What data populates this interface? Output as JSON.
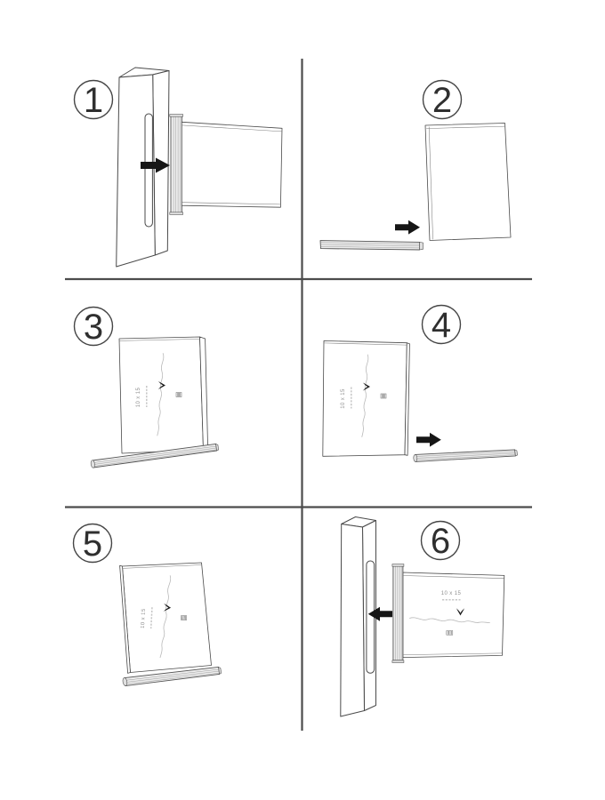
{
  "colors": {
    "ink": "#4a4a4a",
    "divider": "#4c4c4c",
    "arrow": "#161616",
    "light_text": "#8f8f8f",
    "faint_line": "#b9b9b9",
    "rail_fill": "#ededed",
    "background": "#ffffff"
  },
  "steps": [
    {
      "number": "1"
    },
    {
      "number": "2"
    },
    {
      "number": "3"
    },
    {
      "number": "4"
    },
    {
      "number": "5"
    },
    {
      "number": "6"
    }
  ],
  "frame_label": {
    "size": "10 x 15"
  },
  "icons": {
    "arrow_right": "▶",
    "arrow_left": "◀",
    "bird": "v-shaped bird silhouette",
    "barcode": "striped label mark"
  }
}
